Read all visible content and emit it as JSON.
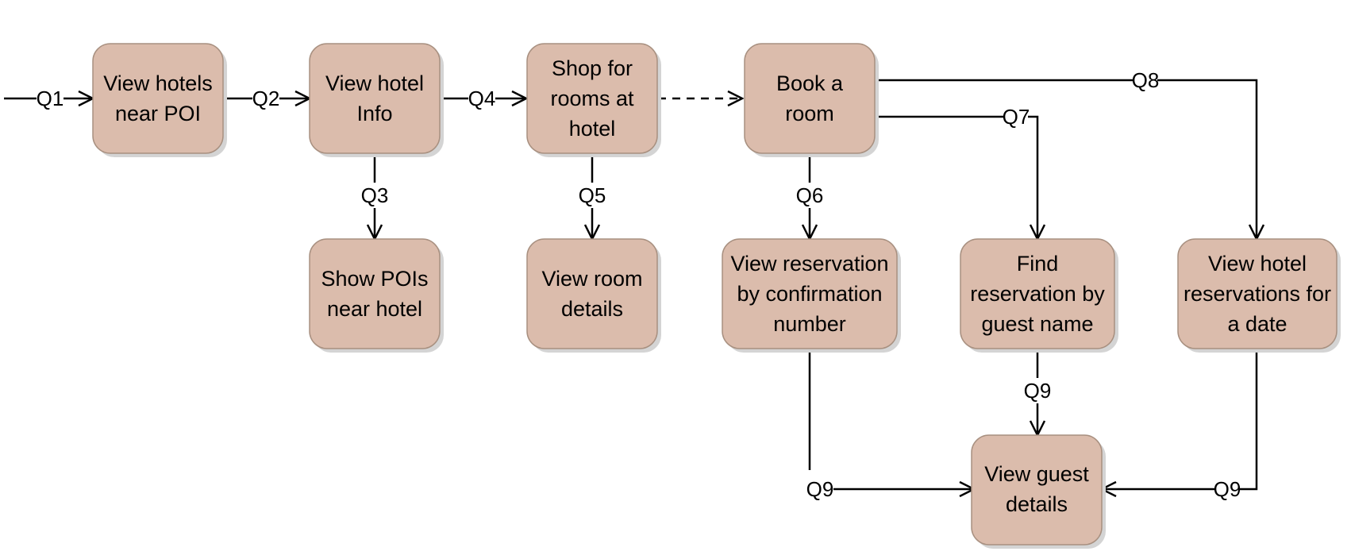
{
  "colors": {
    "node_fill": "#dbbcac",
    "node_stroke": "#a89080",
    "line": "#000000"
  },
  "nodes": {
    "view_hotels_near_poi": [
      "View hotels",
      "near POI"
    ],
    "view_hotel_info": [
      "View hotel",
      "Info"
    ],
    "shop_for_rooms": [
      "Shop for",
      "rooms at",
      "hotel"
    ],
    "book_a_room": [
      "Book a",
      "room"
    ],
    "show_pois_near_hotel": [
      "Show POIs",
      "near hotel"
    ],
    "view_room_details": [
      "View room",
      "details"
    ],
    "view_reservation_by_confirmation": [
      "View reservation",
      "by confirmation",
      "number"
    ],
    "find_reservation_by_guest_name": [
      "Find",
      "reservation by",
      "guest name"
    ],
    "view_hotel_reservations_for_date": [
      "View hotel",
      "reservations for",
      "a date"
    ],
    "view_guest_details": [
      "View guest",
      "details"
    ]
  },
  "edges": {
    "q1": "Q1",
    "q2": "Q2",
    "q3": "Q3",
    "q4": "Q4",
    "q5": "Q5",
    "q6": "Q6",
    "q7": "Q7",
    "q8": "Q8",
    "q9_guest_name": "Q9",
    "q9_confirmation": "Q9",
    "q9_date": "Q9"
  }
}
